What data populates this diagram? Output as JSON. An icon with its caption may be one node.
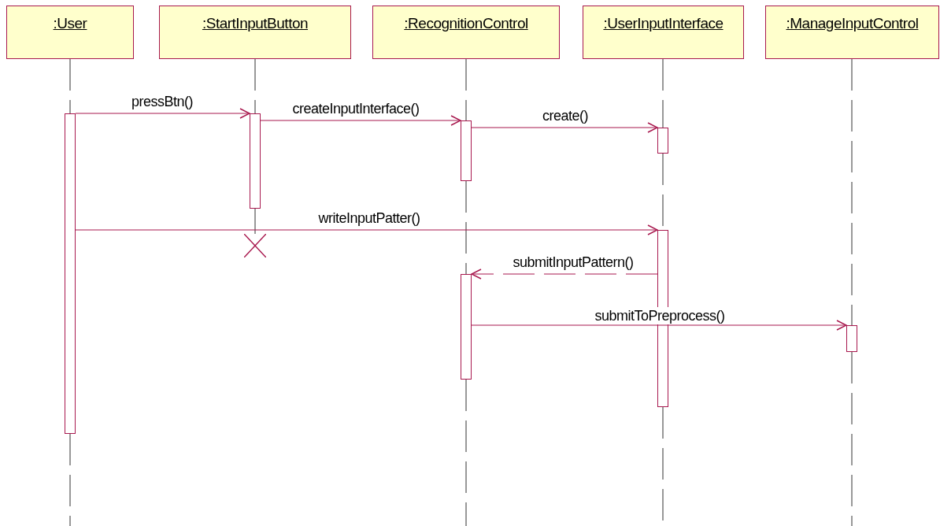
{
  "diagram": {
    "nodes": [
      {
        "text": [
          ":User"
        ]
      },
      {
        "text": [
          ":StartInputButton"
        ]
      },
      {
        "text": [
          ":RecognitionControl"
        ]
      },
      {
        "text": [
          ":UserInputInterface"
        ]
      },
      {
        "text": [
          ":ManageInputControl"
        ]
      },
      {
        "text": [],
        "shape": "bar"
      },
      {
        "text": [],
        "shape": "bar"
      },
      {
        "text": [],
        "shape": "bar"
      },
      {
        "text": [],
        "shape": "bar"
      },
      {
        "text": [],
        "shape": "bar"
      },
      {
        "text": [],
        "shape": "bar"
      },
      {
        "text": [],
        "shape": "bar"
      },
      {
        "text": [],
        "shape": "cross"
      }
    ],
    "edges": [
      {
        "from": 5,
        "to": 6,
        "arrow": "to",
        "label": "pressBtn()",
        "color": "#a8184e"
      },
      {
        "from": 6,
        "to": 7,
        "arrow": "to",
        "label": "createInputInterface()",
        "color": "#a8184e"
      },
      {
        "from": 7,
        "to": 8,
        "arrow": "to",
        "label": "create()",
        "color": "#a8184e"
      },
      {
        "from": 5,
        "to": 9,
        "arrow": "to",
        "label": "writeInputPatter()",
        "color": "#a8184e"
      },
      {
        "from": 9,
        "to": 10,
        "arrow": "to",
        "label": "submitInputPattern()",
        "style": "dashed",
        "color": "#a8184e"
      },
      {
        "from": 10,
        "to": 11,
        "arrow": "to",
        "label": "submitToPreprocess()",
        "color": "#a8184e"
      },
      {
        "from": 0,
        "to": 5,
        "arrow": "none",
        "style": "dashed"
      },
      {
        "from": 5,
        "to": null,
        "arrow": "none",
        "style": "dashed"
      },
      {
        "from": 1,
        "to": 6,
        "arrow": "none",
        "style": "dashed"
      },
      {
        "from": 6,
        "to": 12,
        "arrow": "none"
      },
      {
        "from": 2,
        "to": 7,
        "arrow": "none",
        "style": "dashed"
      },
      {
        "from": 7,
        "to": 10,
        "arrow": "none",
        "style": "dashed"
      },
      {
        "from": 10,
        "to": null,
        "arrow": "none",
        "style": "dashed"
      },
      {
        "from": 3,
        "to": 8,
        "arrow": "none",
        "style": "dashed"
      },
      {
        "from": 8,
        "to": 9,
        "arrow": "none",
        "style": "dashed"
      },
      {
        "from": 9,
        "to": null,
        "arrow": "none",
        "style": "dashed"
      },
      {
        "from": 4,
        "to": 11,
        "arrow": "none",
        "style": "dashed"
      },
      {
        "from": 11,
        "to": null,
        "arrow": "none",
        "style": "dashed"
      }
    ]
  }
}
